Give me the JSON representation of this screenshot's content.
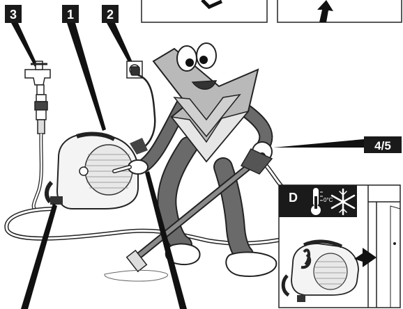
{
  "callouts": {
    "c1": "1",
    "c2": "2",
    "c3": "3",
    "c45": "4/5"
  },
  "inset": {
    "label": "D",
    "temperature_label": "0°C"
  }
}
